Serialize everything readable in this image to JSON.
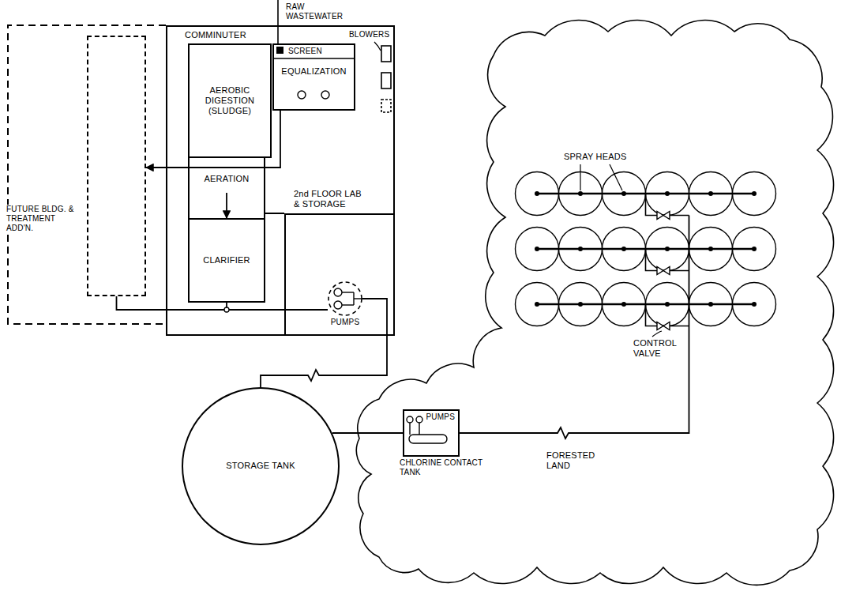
{
  "diagram": {
    "nodes": [
      {
        "text": [
          "FUTURE BLDG. & TREATMENT ADD'N."
        ]
      },
      {
        "text": [
          "COMMINUTER"
        ]
      },
      {
        "text": [
          "SCREEN",
          "EQUALIZATION"
        ],
        "in": 1
      },
      {
        "text": [
          "AEROBIC DIGESTION (SLUDGE)"
        ],
        "in": 1
      },
      {
        "text": [
          "AERATION"
        ],
        "in": 1
      },
      {
        "text": [
          "CLARIFIER"
        ],
        "in": 1
      },
      {
        "text": [
          "2nd FLOOR LAB & STORAGE"
        ],
        "in": 1
      },
      {
        "text": [
          "PUMPS"
        ],
        "in": 6
      },
      {
        "text": [
          "STORAGE TANK"
        ]
      },
      {
        "text": [
          "PUMPS",
          "CHLORINE CONTACT TANK"
        ]
      },
      {
        "text": [
          "FORESTED LAND"
        ]
      }
    ],
    "edges": [
      {
        "from": 2,
        "to": 0,
        "arrow": "to"
      },
      {
        "from": 4,
        "to": 5,
        "arrow": "to"
      },
      {
        "from": 5,
        "to": 7,
        "arrow": "none"
      },
      {
        "from": 0,
        "to": 7,
        "arrow": "none"
      },
      {
        "from": 7,
        "to": 8,
        "arrow": "none"
      },
      {
        "from": 8,
        "to": 9,
        "arrow": "none"
      },
      {
        "from": 9,
        "to": 10,
        "arrow": "none"
      }
    ],
    "labels": [
      "RAW WASTEWATER",
      "BLOWERS",
      "SPRAY HEADS",
      "CONTROL VALVE"
    ]
  }
}
